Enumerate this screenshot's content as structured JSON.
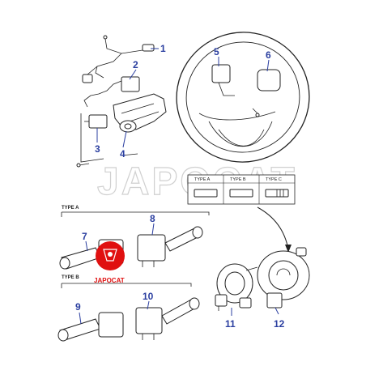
{
  "callouts": [
    "1",
    "2",
    "3",
    "4",
    "5",
    "6",
    "7",
    "8",
    "9",
    "10",
    "11",
    "12"
  ],
  "sections": {
    "type_a": "TYPE A",
    "type_b": "TYPE B"
  },
  "type_table": {
    "headers": [
      "TYPE A",
      "TYPE B",
      "TYPE C"
    ]
  },
  "watermark": "JAPOCAT",
  "logo": {
    "text": "JAPOCAT",
    "color": "#e01010"
  },
  "colors": {
    "callout": "#2b3fa0",
    "line": "#222222"
  }
}
